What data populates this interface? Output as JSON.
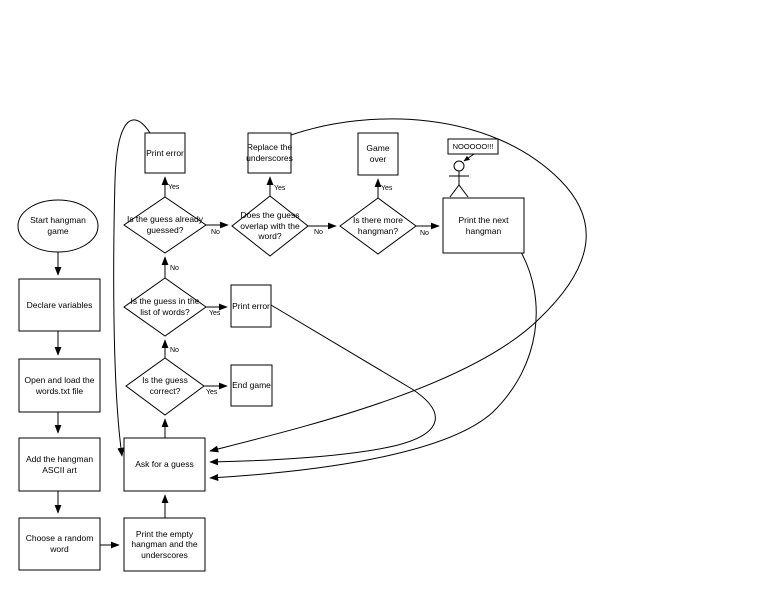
{
  "diagram": {
    "background_color": "#ffffff",
    "stroke_color": "#000000",
    "nodes": {
      "start": "Start hangman game",
      "declare_variables": "Declare variables",
      "open_load": "Open and load the words.txt file",
      "ascii_art": "Add the hangman ASCII art",
      "choose_word": "Choose a random word",
      "print_empty": "Print the empty hangman and the underscores",
      "ask_guess": "Ask for a guess",
      "is_correct": "Is the guess correct?",
      "end_game": "End game",
      "in_list": "Is the guess in the list of words?",
      "print_error_list": "Print error",
      "already_guessed": "Is the guess already guessed?",
      "print_error_guessed": "Print error",
      "overlap": "Does the guess overlap with the word?",
      "replace_underscores": "Replace the underscores",
      "more_hangman": "Is there more hangman?",
      "game_over": "Game over",
      "print_next_hangman": "Print the next hangman",
      "scream": "NOOOOO!!!"
    },
    "labels": {
      "yes": "Yes",
      "no": "No"
    }
  }
}
